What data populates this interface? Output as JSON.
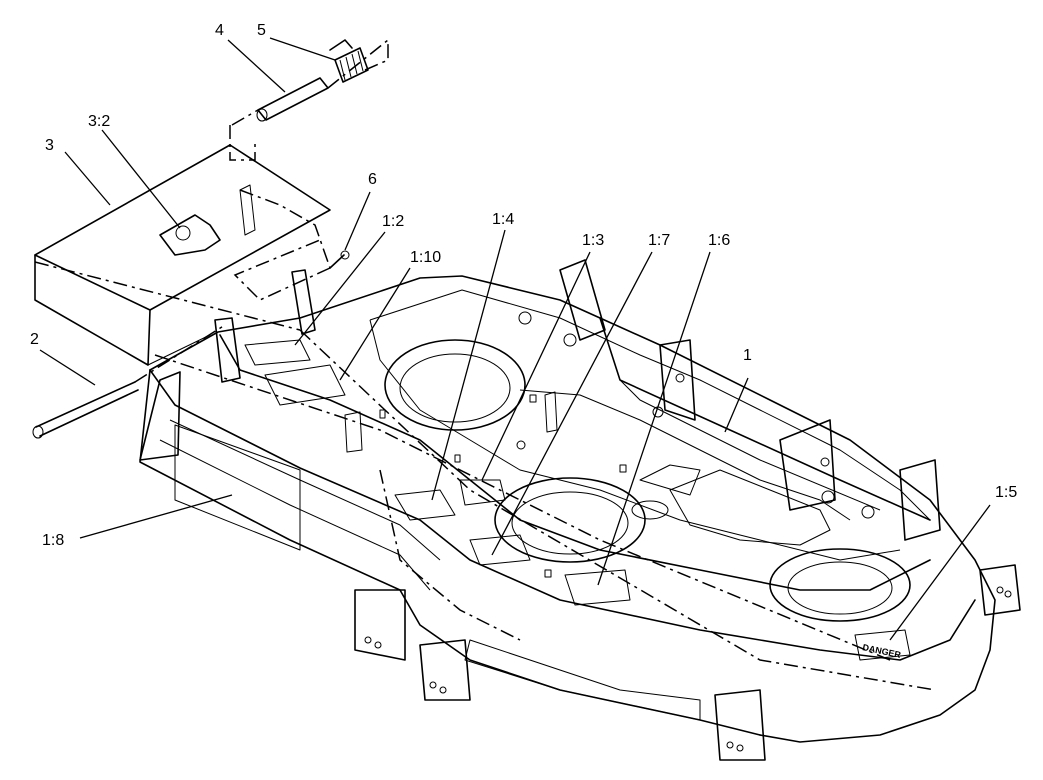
{
  "diagram": {
    "callouts": [
      {
        "id": "c1",
        "label": "1"
      },
      {
        "id": "c2",
        "label": "2"
      },
      {
        "id": "c3",
        "label": "3"
      },
      {
        "id": "c3_2",
        "label": "3:2"
      },
      {
        "id": "c4",
        "label": "4"
      },
      {
        "id": "c5",
        "label": "5"
      },
      {
        "id": "c6",
        "label": "6"
      },
      {
        "id": "c1_2",
        "label": "1:2"
      },
      {
        "id": "c1_10",
        "label": "1:10"
      },
      {
        "id": "c1_4",
        "label": "1:4"
      },
      {
        "id": "c1_3",
        "label": "1:3"
      },
      {
        "id": "c1_7",
        "label": "1:7"
      },
      {
        "id": "c1_6",
        "label": "1:6"
      },
      {
        "id": "c1_5",
        "label": "1:5"
      },
      {
        "id": "c1_8",
        "label": "1:8"
      }
    ],
    "decal_text": "DANGER"
  }
}
